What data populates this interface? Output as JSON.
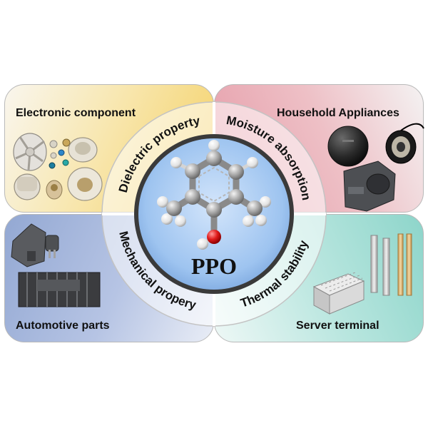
{
  "quadrants": {
    "top_left": {
      "label": "Electronic component"
    },
    "top_right": {
      "label": "Household Appliances"
    },
    "bottom_left": {
      "label": "Automotive parts"
    },
    "bottom_right": {
      "label": "Server terminal"
    }
  },
  "ring": {
    "dielectric": "Dielectric property",
    "moisture": "Moisture absorption",
    "mechanical": "Mechanical propery",
    "thermal": "Thermal stability"
  },
  "center": {
    "title": "PPO"
  },
  "colors": {
    "quad_yellow": "#f4d063",
    "quad_pink": "#e59aa7",
    "quad_blue": "#93a8d3",
    "quad_teal": "#8dd5ca",
    "center_blue": "#8fb8ea",
    "atom_carbon": "#9a9a9a",
    "atom_hydrogen": "#eeeeee",
    "atom_oxygen": "#e01b1b"
  }
}
